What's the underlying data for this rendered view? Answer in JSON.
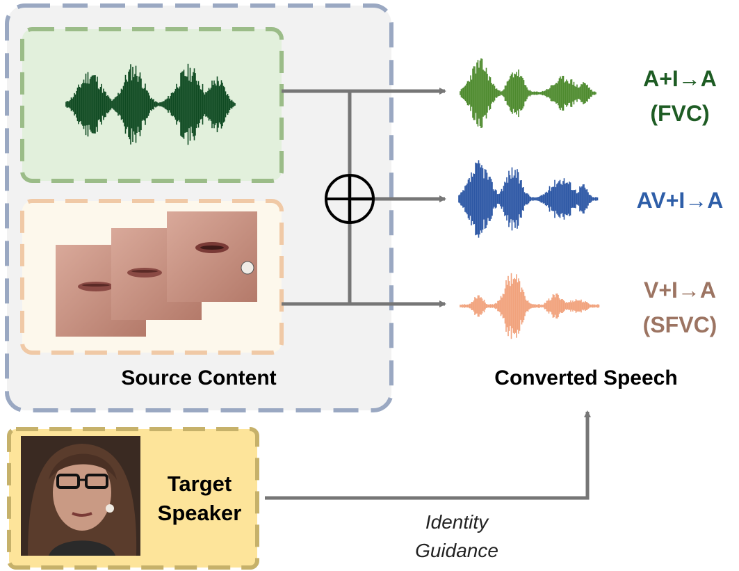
{
  "source": {
    "label": "Source Content"
  },
  "target": {
    "label_line1": "Target",
    "label_line2": "Speaker"
  },
  "output": {
    "label": "Converted Speech",
    "rows": [
      {
        "line1": "A+I→A",
        "line2": "(FVC)",
        "color": "#1e5c24"
      },
      {
        "line1": "AV+I→A",
        "line2": "",
        "color": "#2e5ea8"
      },
      {
        "line1": "V+I→A",
        "line2": "(SFVC)",
        "color": "#9c7462"
      }
    ]
  },
  "guidance": {
    "line1": "Identity",
    "line2": "Guidance"
  },
  "colors": {
    "source_wave": "#0f4a22",
    "fvc_wave": "#4d8a2e",
    "avvc_wave": "#2c57a4",
    "sfvc_wave": "#f1a27c",
    "audio_box_fill": "#e2f0dc",
    "audio_box_border": "#9bbc88",
    "video_box_fill": "#fdf8ec",
    "video_box_border": "#f0c9a6",
    "source_panel_fill": "#f2f2f2",
    "source_panel_border": "#9aa8c2",
    "target_fill": "#fde49a",
    "target_border": "#c6b16a",
    "arrow": "#767676"
  }
}
